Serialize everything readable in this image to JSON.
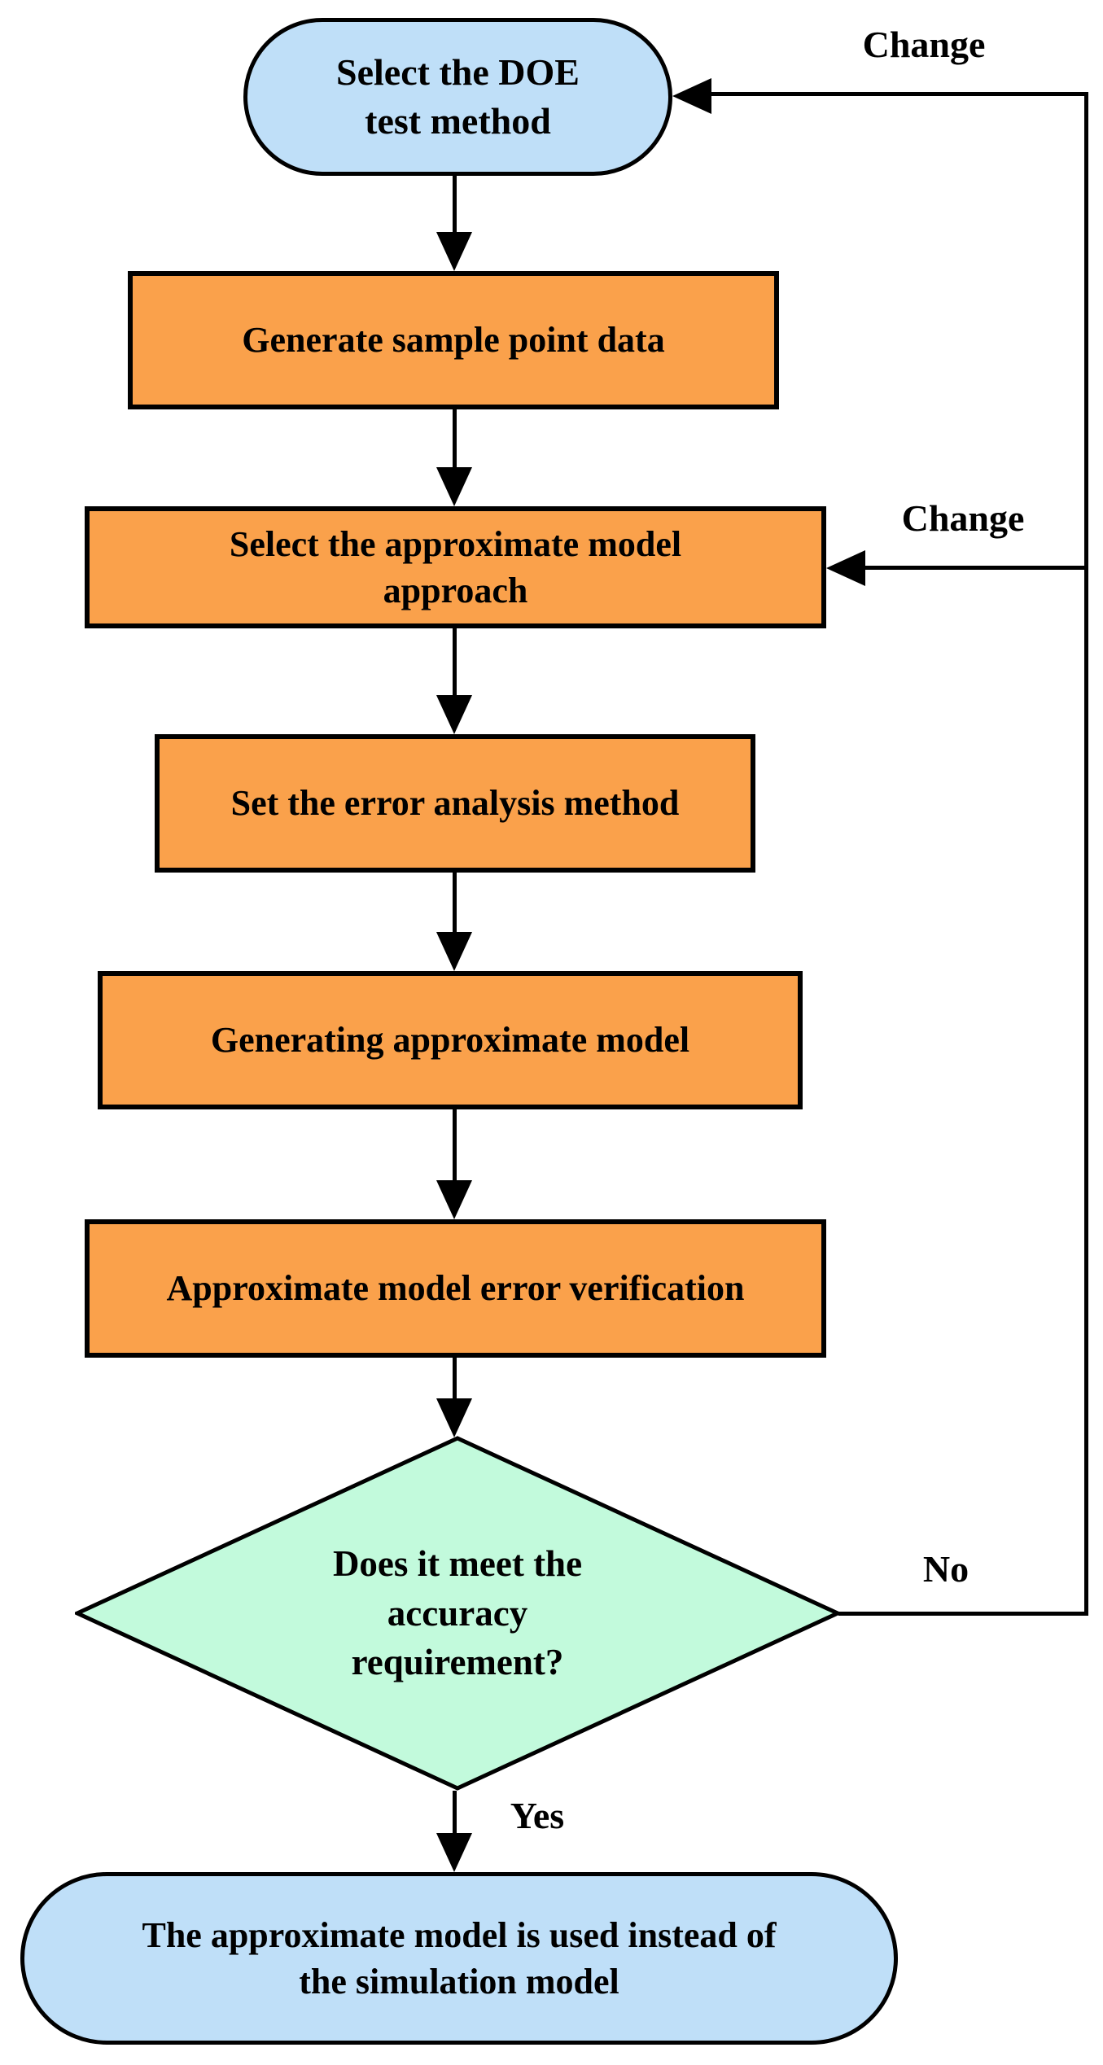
{
  "diagram": {
    "type": "flowchart",
    "nodes": {
      "start": {
        "label": "Select the DOE\ntest method",
        "shape": "stadium"
      },
      "step1": {
        "label": "Generate sample point data",
        "shape": "process"
      },
      "step2": {
        "label": "Select the approximate model\napproach",
        "shape": "process"
      },
      "step3": {
        "label": "Set the error analysis method",
        "shape": "process"
      },
      "step4": {
        "label": "Generating approximate model",
        "shape": "process"
      },
      "step5": {
        "label": "Approximate model error verification",
        "shape": "process"
      },
      "decision": {
        "label": "Does it meet the\naccuracy\nrequirement?",
        "shape": "decision"
      },
      "end": {
        "label": "The approximate model is used instead of\nthe simulation model",
        "shape": "stadium"
      }
    },
    "edge_labels": {
      "change_top": "Change",
      "change_middle": "Change",
      "no": "No",
      "yes": "Yes"
    },
    "colors": {
      "terminal_fill": "#bfdff8",
      "process_fill": "#faa14b",
      "decision_fill": "#c2fadc",
      "stroke": "#000000"
    }
  }
}
